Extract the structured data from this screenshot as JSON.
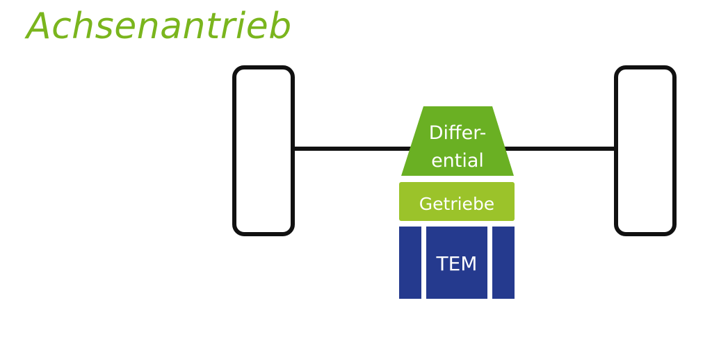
{
  "title": "Achsenantrieb",
  "colors": {
    "title": "#7ab51d",
    "differential": "#6ab023",
    "getriebe": "#9bc32a",
    "tem": "#253a8e",
    "outline": "#111111",
    "label_text": "#ffffff"
  },
  "components": {
    "differential": {
      "line1": "Differ-",
      "line2": "ential"
    },
    "getriebe": {
      "label": "Getriebe"
    },
    "tem": {
      "label": "TEM"
    }
  }
}
